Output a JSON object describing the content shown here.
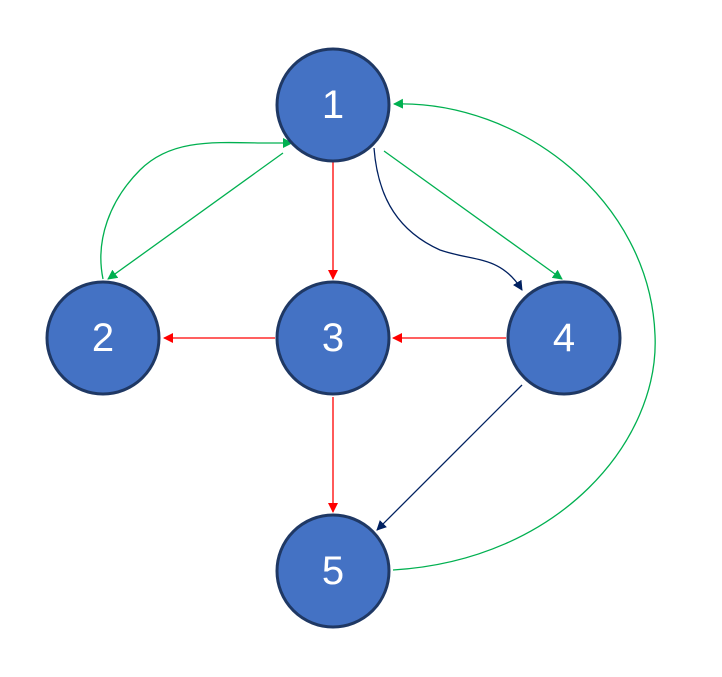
{
  "colors": {
    "node_fill": "#4472c4",
    "node_border": "#1f3864",
    "node_text": "#ffffff",
    "edge_green": "#00b050",
    "edge_red": "#ff0000",
    "edge_navy": "#002060",
    "background": "#ffffff"
  },
  "nodes": [
    {
      "id": "1",
      "label": "1"
    },
    {
      "id": "2",
      "label": "2"
    },
    {
      "id": "3",
      "label": "3"
    },
    {
      "id": "4",
      "label": "4"
    },
    {
      "id": "5",
      "label": "5"
    }
  ],
  "edges": [
    {
      "id": "e-1-2",
      "from": "1",
      "to": "2",
      "color": "green"
    },
    {
      "id": "e-2-1",
      "from": "2",
      "to": "1",
      "color": "green"
    },
    {
      "id": "e-1-3",
      "from": "1",
      "to": "3",
      "color": "red"
    },
    {
      "id": "e-1-4-straight",
      "from": "1",
      "to": "4",
      "color": "green"
    },
    {
      "id": "e-1-4-curved",
      "from": "1",
      "to": "4",
      "color": "navy"
    },
    {
      "id": "e-3-2",
      "from": "3",
      "to": "2",
      "color": "red"
    },
    {
      "id": "e-4-3",
      "from": "4",
      "to": "3",
      "color": "red"
    },
    {
      "id": "e-3-5",
      "from": "3",
      "to": "5",
      "color": "red"
    },
    {
      "id": "e-4-5",
      "from": "4",
      "to": "5",
      "color": "navy"
    },
    {
      "id": "e-5-1",
      "from": "5",
      "to": "1",
      "color": "green"
    }
  ]
}
